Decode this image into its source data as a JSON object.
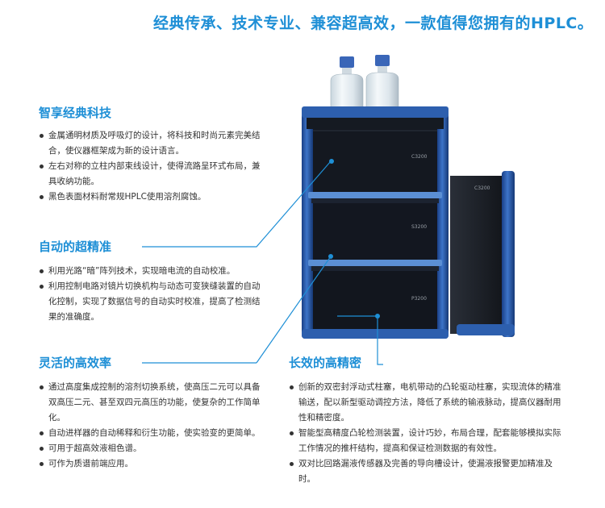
{
  "headline": "经典传承、技术专业、兼容超高效，一款值得您拥有的HPLC。",
  "colors": {
    "accent": "#1e8fd6",
    "frame_blue": "#2a5aa8",
    "cabinet": "#141820"
  },
  "instrument": {
    "model_label_1": "C3200",
    "model_label_2": "S3200",
    "model_label_3": "P3200",
    "model_label_4": "C3200"
  },
  "sections": [
    {
      "title": "智享经典科技",
      "items": [
        "金属通明材质及呼吸灯的设计，将科技和时尚元素完美结合，使仪器框架成为新的设计语言。",
        "左右对称的立柱内部束线设计，使得流路呈环式布局，兼具收纳功能。",
        "黑色表面材料耐常规HPLC使用溶剂腐蚀。"
      ]
    },
    {
      "title": "自动的超精准",
      "items": [
        "利用光路“暗”阵列技术，实现暗电流的自动校准。",
        "利用控制电路对镜片切换机构与动态可变狭缝装置的自动化控制，实现了数据信号的自动实时校准，提高了检测结果的准确度。"
      ]
    },
    {
      "title": "灵活的高效率",
      "items": [
        "通过高度集成控制的溶剂切换系统，使高压二元可以具备双高压二元、甚至双四元高压的功能，使复杂的工作简单化。",
        "自动进样器的自动稀释和衍生功能，使实验变的更简单。",
        "可用于超高效液相色谱。",
        "可作为质谱前端应用。"
      ]
    },
    {
      "title": "长效的高精密",
      "items": [
        "创新的双密封浮动式柱塞，电机带动的凸轮驱动柱塞，实现流体的精准输送，配以新型驱动调控方法，降低了系统的输液脉动，提高仪器耐用性和精密度。",
        "智能型高精度凸轮检测装置，设计巧妙，布局合理，配套能够模拟实际工作情况的推杆结构，提高和保证检测数据的有效性。",
        "双对比回路漏液传感器及完善的导向槽设计，使漏液报警更加精准及时。"
      ]
    }
  ]
}
